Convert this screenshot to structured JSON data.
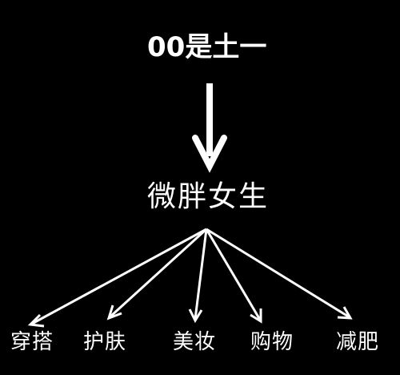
{
  "top_label": "00是土一",
  "center_label": "微胖女生",
  "leaves": [
    {
      "label": "穿搭"
    },
    {
      "label": "护肤"
    },
    {
      "label": "美妆"
    },
    {
      "label": "购物"
    },
    {
      "label": "减肥"
    }
  ],
  "colors": {
    "background": "#000000",
    "foreground": "#ffffff"
  }
}
